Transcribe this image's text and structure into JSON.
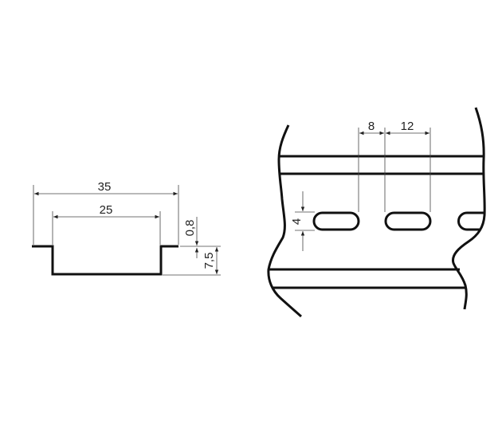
{
  "profile_view": {
    "width_outer": "35",
    "width_inner": "25",
    "thickness": "0,8",
    "height": "7,5"
  },
  "front_view": {
    "slot_width": "8",
    "slot_pitch": "12",
    "slot_height": "4"
  },
  "colors": {
    "line": "#111111",
    "dimension": "#444444",
    "background": "#ffffff"
  }
}
